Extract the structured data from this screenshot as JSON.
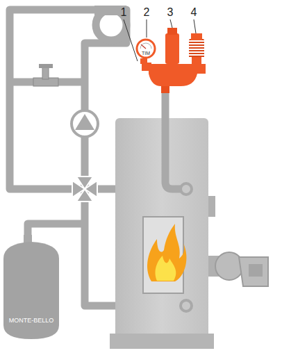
{
  "diagram": {
    "nodes": [
      {
        "text": [
          "TIM"
        ]
      },
      {
        "text": [
          "MONTE-BELLO"
        ]
      }
    ],
    "labels": [
      "1",
      "2",
      "3",
      "4"
    ]
  }
}
